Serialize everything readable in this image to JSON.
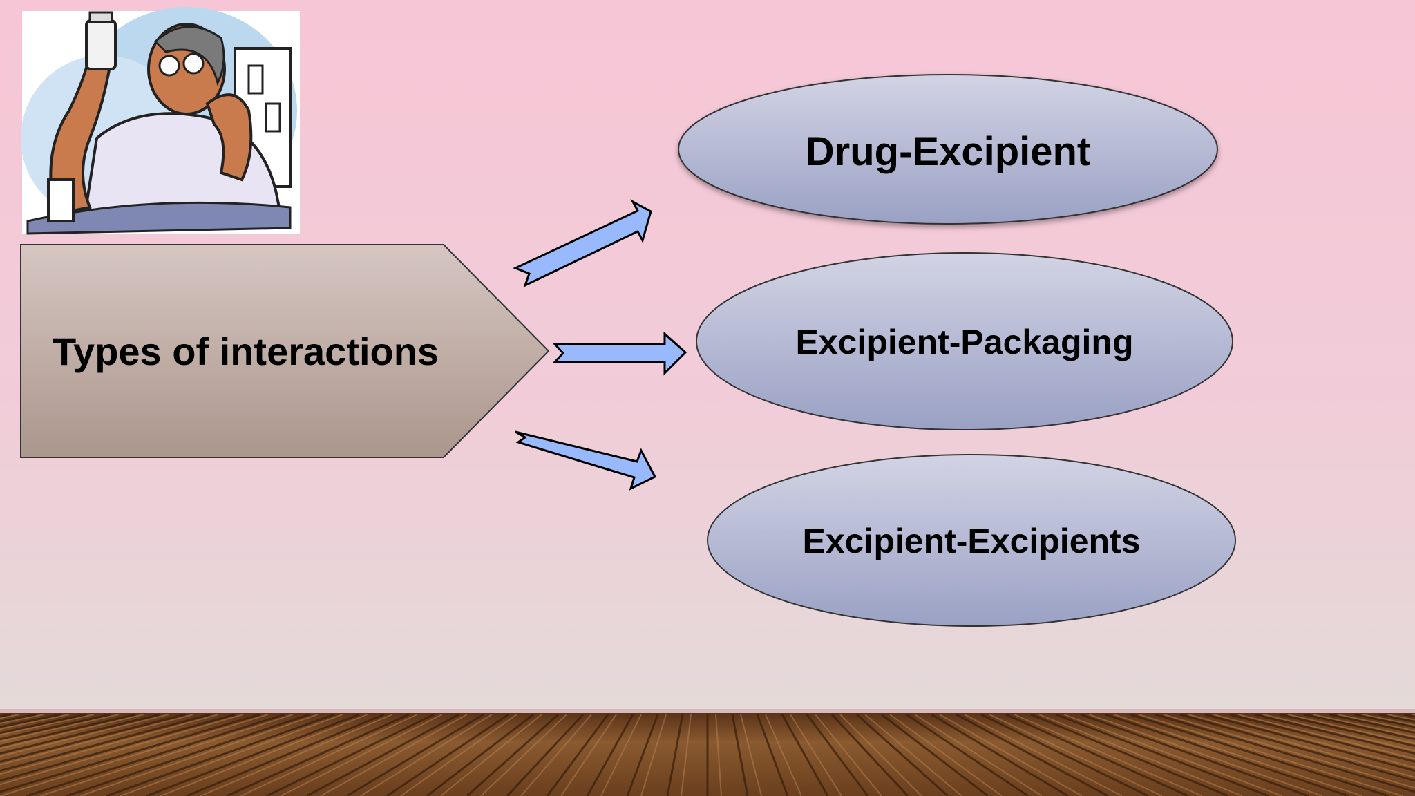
{
  "slide": {
    "source_node": {
      "label": "Types of interactions"
    },
    "targets": [
      {
        "label": "Drug-Excipient"
      },
      {
        "label": "Excipient-Packaging"
      },
      {
        "label": "Excipient-Excipients"
      }
    ],
    "colors": {
      "wall_top": "#f7c6d6",
      "wall_bottom": "#e4dad8",
      "pentagon_top": "#d4c3bf",
      "pentagon_bottom": "#ae998f",
      "ellipse_top": "#ced0e2",
      "ellipse_bottom": "#9ea4c6",
      "arrow_fill": "#99b9ff",
      "floor": "#7a4a26"
    },
    "icons": {
      "clipart": "pharmacist-clipart-icon"
    }
  }
}
